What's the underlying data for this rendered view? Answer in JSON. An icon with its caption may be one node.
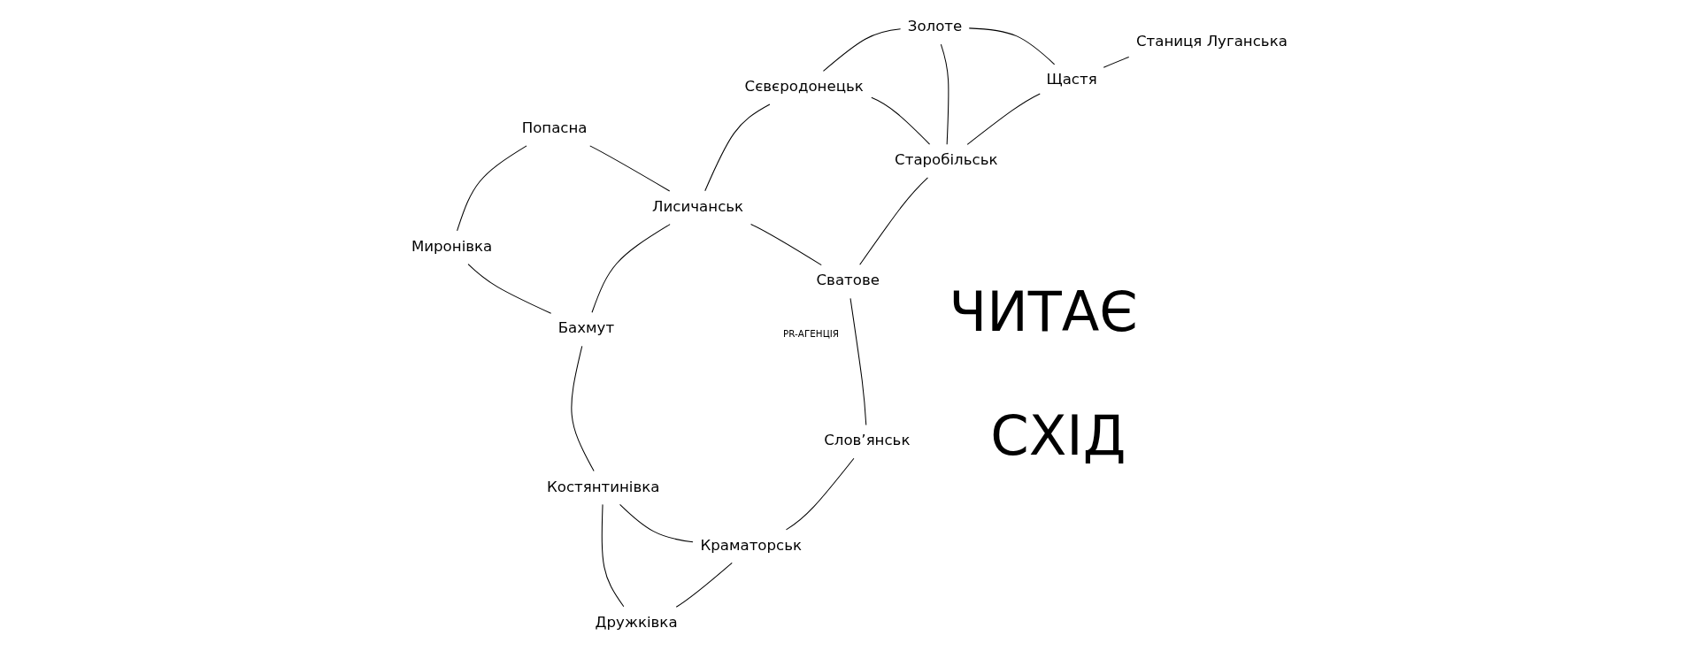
{
  "diagram": {
    "nodes": [
      {
        "text": [
          "Сватове"
        ]
      },
      {
        "text": [
          "Старобільськ"
        ]
      },
      {
        "text": [
          "Слов’янськ"
        ]
      },
      {
        "text": [
          "Сєвєродонецьк"
        ]
      },
      {
        "text": [
          "Щастя"
        ]
      },
      {
        "text": [
          "Лисичанськ"
        ]
      },
      {
        "text": [
          "Краматорськ"
        ]
      },
      {
        "text": [
          "Станиця Луганська"
        ]
      },
      {
        "text": [
          "Золоте"
        ]
      },
      {
        "text": [
          "Дружківка"
        ]
      },
      {
        "text": [
          "Бахмут"
        ]
      },
      {
        "text": [
          "Попасна"
        ]
      },
      {
        "text": [
          "Костянтинівка"
        ]
      },
      {
        "text": [
          "Миронівка"
        ]
      }
    ],
    "edges": [
      {
        "from": 2,
        "to": 6,
        "arrow": "none"
      },
      {
        "from": 2,
        "to": 0,
        "arrow": "none"
      },
      {
        "from": 0,
        "to": 5,
        "arrow": "none"
      },
      {
        "from": 0,
        "to": 1,
        "arrow": "none"
      },
      {
        "from": 6,
        "to": 9,
        "arrow": "none"
      },
      {
        "from": 6,
        "to": 12,
        "arrow": "none"
      },
      {
        "from": 9,
        "to": 12,
        "arrow": "none"
      },
      {
        "from": 12,
        "to": 10,
        "arrow": "none"
      },
      {
        "from": 10,
        "to": 5,
        "arrow": "none"
      },
      {
        "from": 10,
        "to": 13,
        "arrow": "none"
      },
      {
        "from": 13,
        "to": 11,
        "arrow": "none"
      },
      {
        "from": 11,
        "to": 5,
        "arrow": "none"
      },
      {
        "from": 5,
        "to": 3,
        "arrow": "none"
      },
      {
        "from": 3,
        "to": 1,
        "arrow": "none"
      },
      {
        "from": 3,
        "to": 8,
        "arrow": "none"
      },
      {
        "from": 1,
        "to": 8,
        "arrow": "none"
      },
      {
        "from": 1,
        "to": 4,
        "arrow": "none"
      },
      {
        "from": 4,
        "to": 8,
        "arrow": "none"
      },
      {
        "from": 4,
        "to": 7,
        "arrow": "none"
      }
    ],
    "labels": [
      "СХІД",
      "PR-АГЕНЦІЯ",
      "ЧИТАЄ"
    ]
  }
}
